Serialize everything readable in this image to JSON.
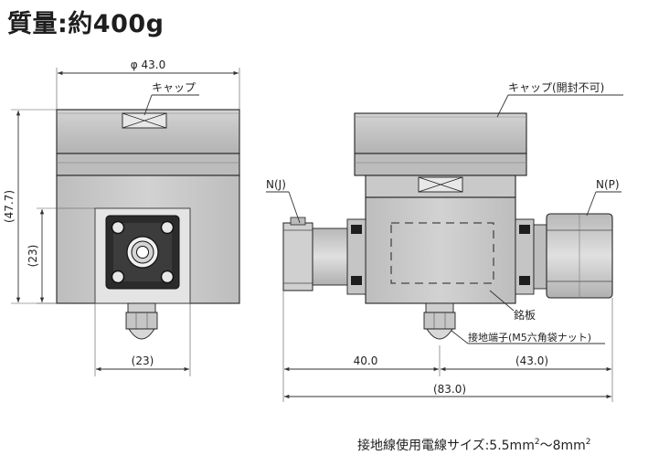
{
  "title": "質量:約400g",
  "front_view": {
    "diameter_label": "φ 43.0",
    "cap_label": "キャップ",
    "height_label": "(47.7)",
    "terminal_height_label": "(23)",
    "terminal_width_label": "(23)"
  },
  "side_view": {
    "cap_label": "キャップ(開封不可)",
    "inlet_label": "N(J)",
    "outlet_label": "N(P)",
    "nameplate_label": "銘板",
    "ground_terminal_label": "接地端子(M5六角袋ナット)",
    "dim_left": "40.0",
    "dim_right": "(43.0)",
    "dim_total": "(83.0)"
  },
  "wire_spec": {
    "prefix": "接地線使用電線サイズ:5.5mm",
    "sup1": "2",
    "middle": "～8mm",
    "sup2": "2"
  }
}
